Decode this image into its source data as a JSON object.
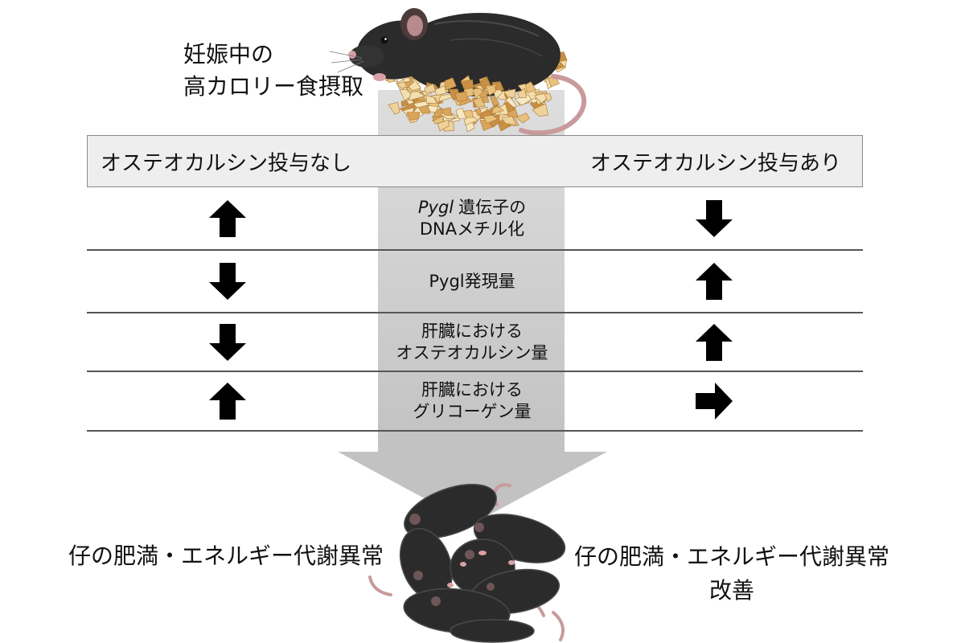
{
  "top": {
    "caption_line1": "妊娠中の",
    "caption_line2": "高カロリー食摂取"
  },
  "header": {
    "left_label": "オステオカルシン投与なし",
    "right_label": "オステオカルシン投与あり"
  },
  "rows": [
    {
      "line1_italic": "Pygl",
      "line1": "遺伝子の",
      "line2": "DNAメチル化",
      "left_icon": "arrow-up-icon",
      "right_icon": "arrow-down-icon"
    },
    {
      "line1": "Pygl発現量",
      "left_icon": "arrow-down-icon",
      "right_icon": "arrow-up-icon"
    },
    {
      "line1": "肝臓における",
      "line2": "オステオカルシン量",
      "left_icon": "arrow-down-icon",
      "right_icon": "arrow-up-icon"
    },
    {
      "line1": "肝臓における",
      "line2": "グリコーゲン量",
      "left_icon": "arrow-up-icon",
      "right_icon": "arrow-right-icon"
    }
  ],
  "bottom": {
    "left_label": "仔の肥満・エネルギー代謝異常",
    "right_label_line1": "仔の肥満・エネルギー代謝異常",
    "right_label_line2": "改善"
  },
  "colors": {
    "arrow": "#000000",
    "divider": "#555555",
    "header_fill": "#eeeeee",
    "flow_arrow": "#cccccc",
    "mouse_body": "#2b2b2b",
    "mouse_skin": "#c99a9c"
  }
}
